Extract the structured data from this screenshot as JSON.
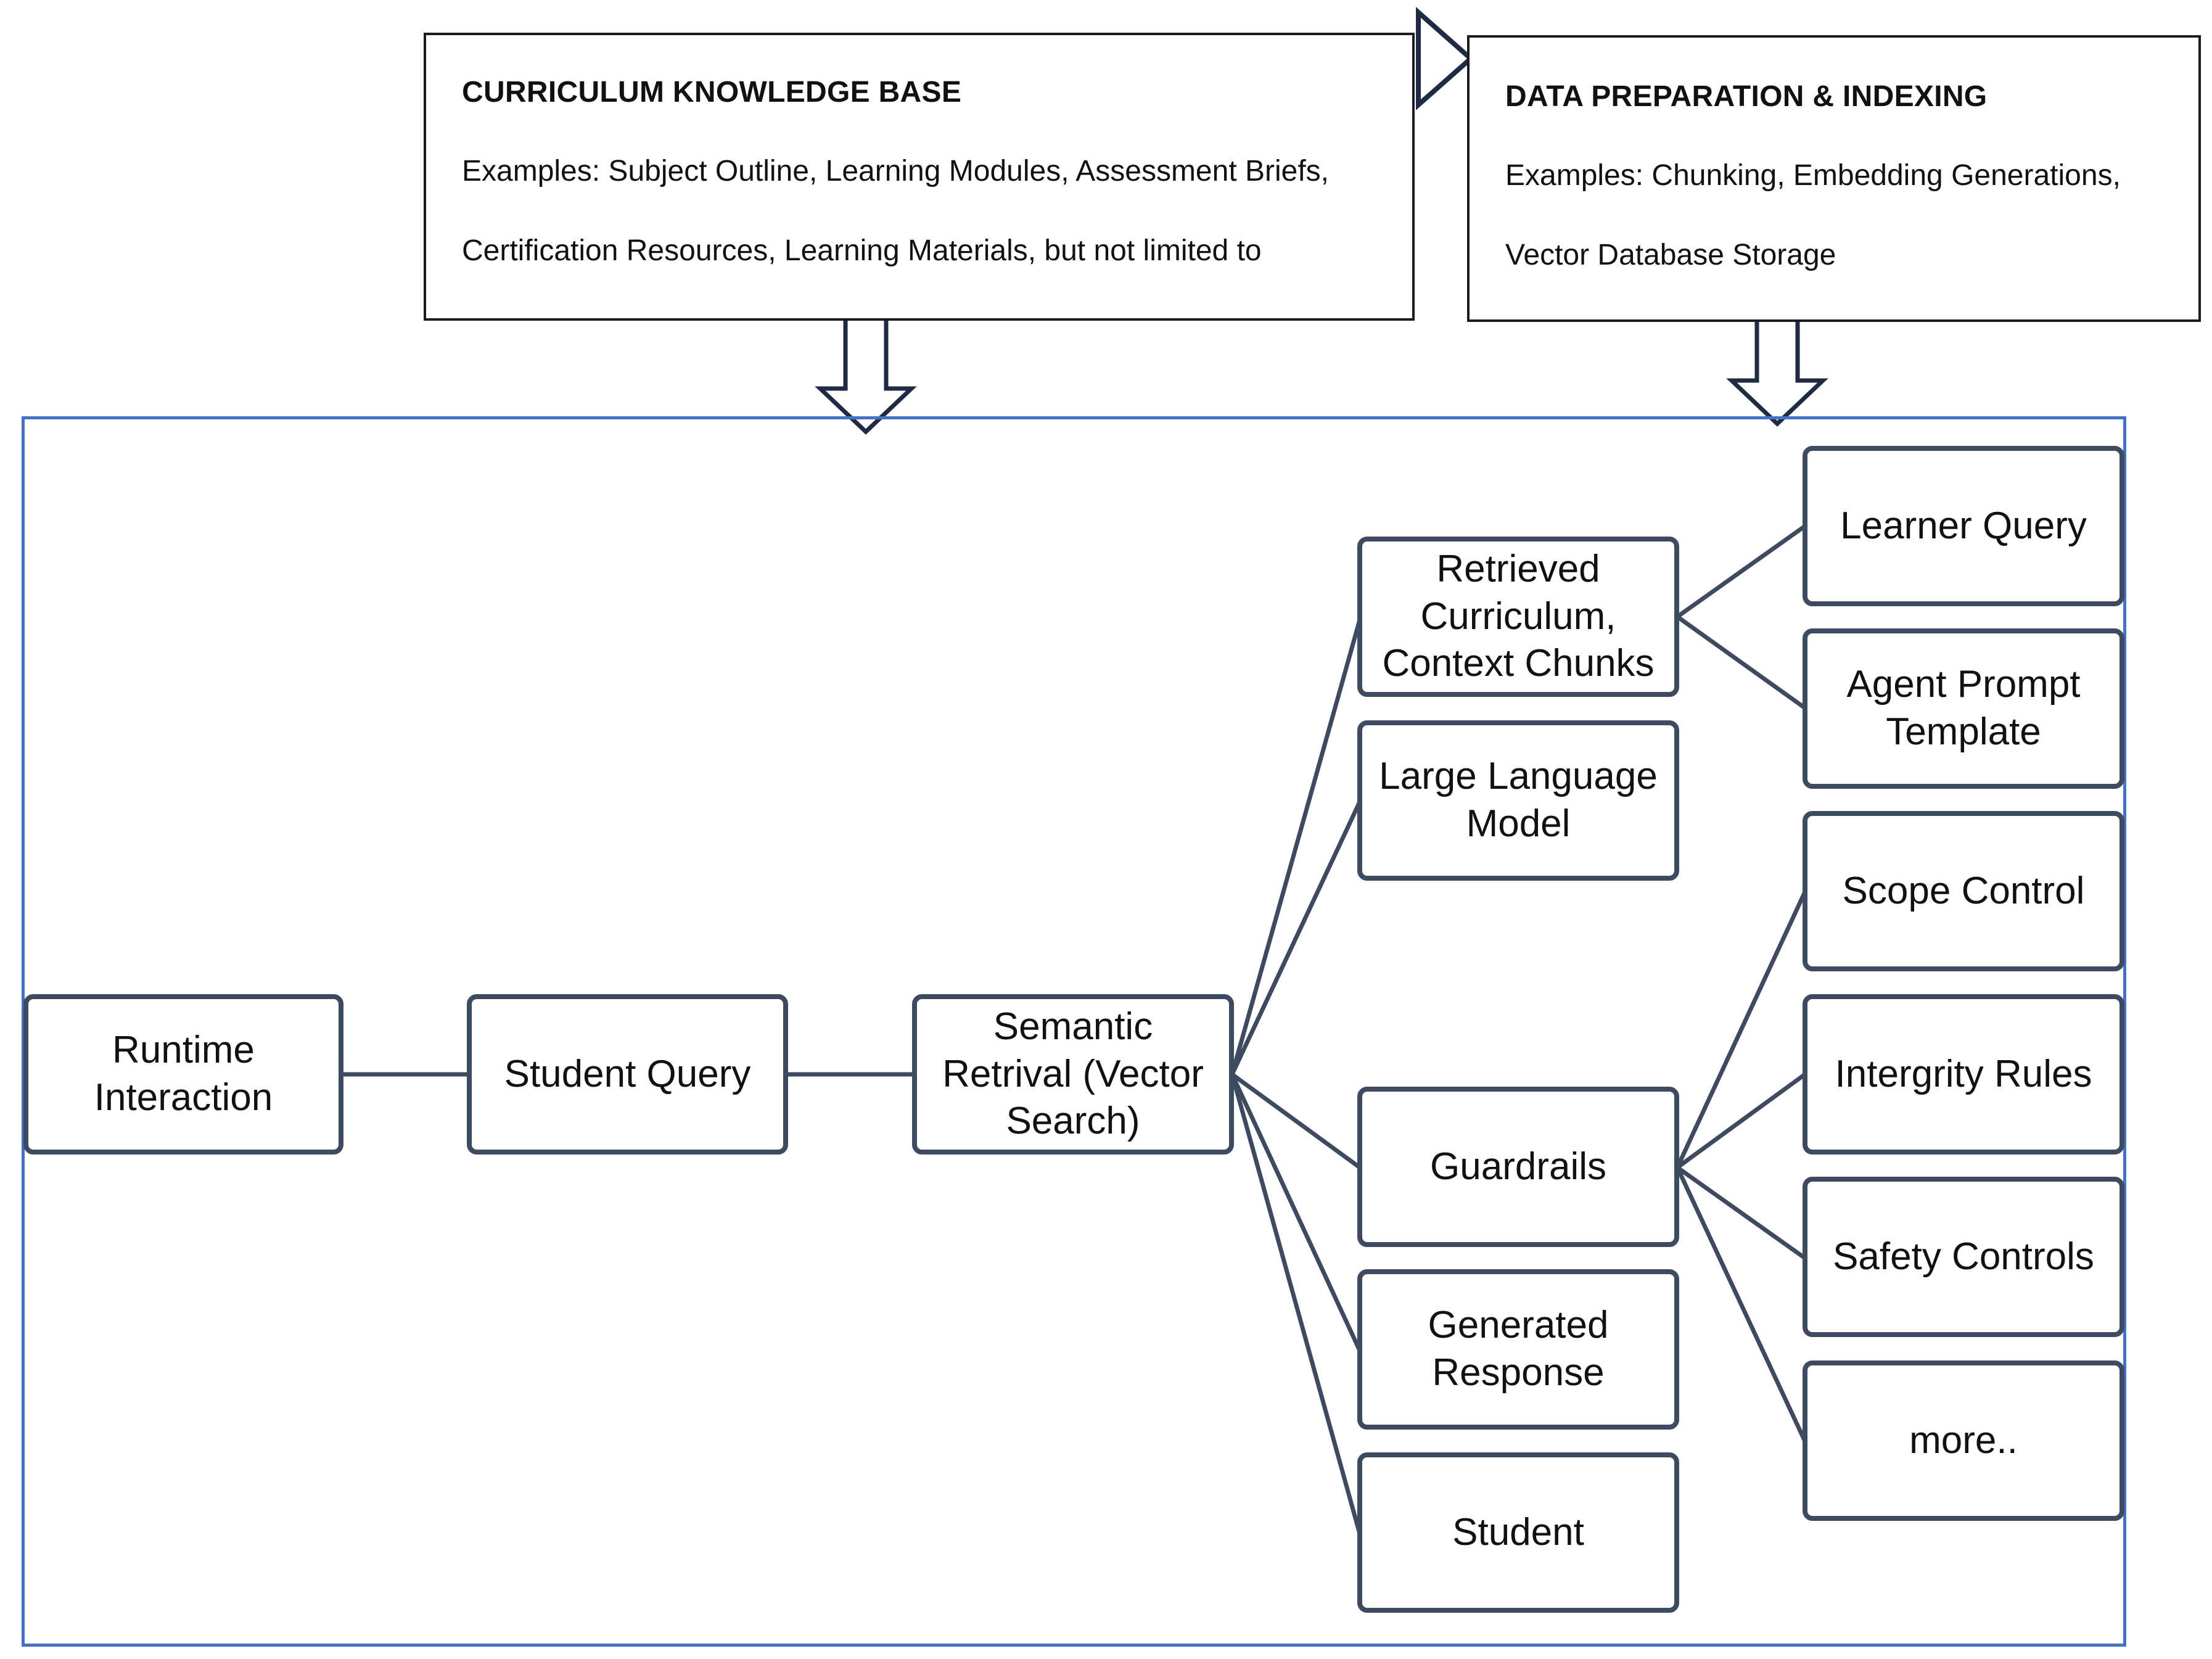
{
  "top_boxes": {
    "knowledge_base": {
      "title": "CURRICULUM KNOWLEDGE BASE",
      "line1": "Examples: Subject Outline, Learning Modules, Assessment Briefs,",
      "line2": "Certification Resources, Learning Materials, but not limited to"
    },
    "data_prep": {
      "title": "DATA PREPARATION & INDEXING",
      "line1": "Examples: Chunking, Embedding Generations,",
      "line2": "Vector Database Storage"
    }
  },
  "nodes": {
    "runtime": "Runtime\nInteraction",
    "student_query": "Student Query",
    "semantic": "Semantic\nRetrival (Vector\nSearch)",
    "retrieved": "Retrieved\nCurriculum,\nContext Chunks",
    "llm": "Large Language\nModel",
    "guardrails": "Guardrails",
    "generated": "Generated\nResponse",
    "student": "Student",
    "learner_query": "Learner Query",
    "agent_prompt": "Agent Prompt\nTemplate",
    "scope_control": "Scope Control",
    "integrity_rules": "Intergrity Rules",
    "safety_controls": "Safety Controls",
    "more": "more.."
  },
  "colors": {
    "node_border": "#3d4a5f",
    "connector": "#3d4a5f",
    "frame": "#4472c4",
    "arrow": "#1f2a44"
  }
}
